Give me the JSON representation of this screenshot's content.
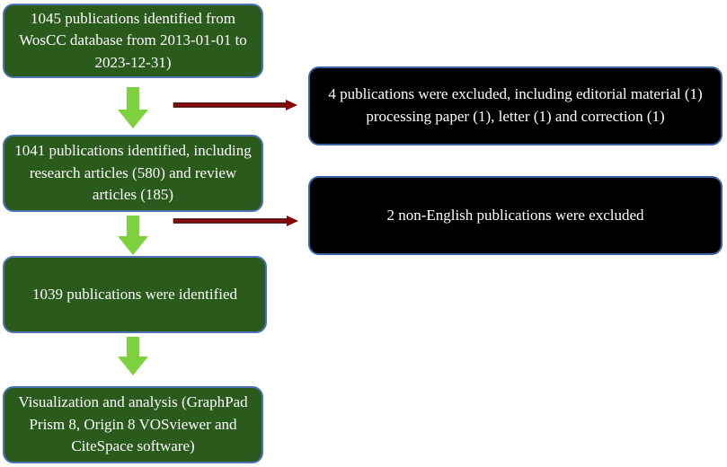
{
  "flow_boxes": [
    {
      "id": "step1",
      "text": "1045 publications identified from WosCC database from 2013-01-01 to 2023-12-31)"
    },
    {
      "id": "step2",
      "text": "1041 publications identified, including research articles (580) and review articles (185)"
    },
    {
      "id": "step3",
      "text": "1039 publications were identified"
    },
    {
      "id": "step4",
      "text": "Visualization and analysis (GraphPad Prism 8, Origin 8 VOSviewer and CiteSpace software)"
    }
  ],
  "exclusion_boxes": [
    {
      "id": "excl1",
      "text": "4 publications were excluded, including editorial material (1) processing paper (1), letter (1) and correction (1)"
    },
    {
      "id": "excl2",
      "text": "2 non-English publications were excluded"
    }
  ],
  "colors": {
    "flow_box_fill": "#2b5a1d",
    "flow_box_border": "#4a74b4",
    "exclusion_box_fill": "#000000",
    "down_arrow": "#7dd13c",
    "side_arrow": "#8b0000"
  }
}
